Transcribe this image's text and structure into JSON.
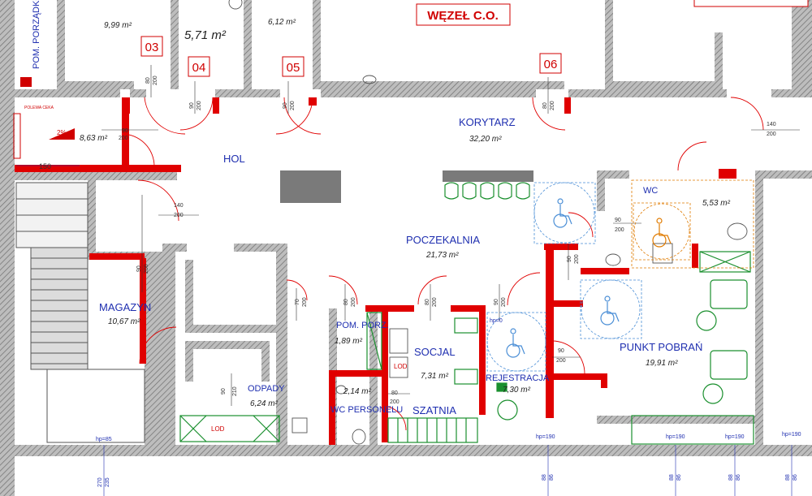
{
  "title": "WĘZEŁ C.O.",
  "title_right_fragment": "...",
  "room_numbers": [
    "03",
    "04",
    "05",
    "06"
  ],
  "rooms": {
    "pom_brudownik": "POM. PORZĄDKOWE BRUDOWNIK",
    "area_999": "9,99 m²",
    "area_571": "5,71 m²",
    "area_612": "6,12 m²",
    "area_863": "8,63 m²",
    "korytarz": "KORYTARZ",
    "korytarz_area": "32,20 m²",
    "hol": "HOL",
    "poczekalnia": "POCZEKALNIA",
    "poczekalnia_area": "21,73 m²",
    "magazyn": "MAGAZYN",
    "magazyn_area": "10,67 m²",
    "pom_porz": "POM. PORZ.",
    "pom_porz_area": "1,89 m²",
    "socjal": "SOCJAL",
    "socjal_area": "7,31 m²",
    "wc_personelu": "WC PERSONELU",
    "wc_personelu_area": "2,14 m²",
    "szatnia": "SZATNIA",
    "odpady": "ODPADY",
    "odpady_area": "6,24 m²",
    "rejestracja": "REJESTRACJA",
    "rejestracja_area": "7,30 m²",
    "punkt_pobran": "PUNKT POBRAŃ",
    "punkt_pobran_area": "19,91 m²",
    "wc": "WC",
    "wc_area": "5,53 m²"
  },
  "fixtures": {
    "lod": "LOD",
    "dim_150": "150",
    "hp_85": "hp=85",
    "hp_190": "hp=190",
    "hp_0": "hp=0",
    "sill_270": "270",
    "sill_235": "235",
    "sill_88": "88",
    "sill_86": "86",
    "slope": "2%",
    "poller": "POLEWA CEKA"
  },
  "doors": [
    {
      "w": "80",
      "h": "200"
    },
    {
      "w": "90",
      "h": "200"
    },
    {
      "w": "90",
      "h": "200"
    },
    {
      "w": "80",
      "h": "200"
    },
    {
      "w": "90",
      "h": "200"
    },
    {
      "w": "140",
      "h": "200"
    },
    {
      "w": "140",
      "h": "200"
    },
    {
      "w": "90",
      "h": "200"
    },
    {
      "w": "90",
      "h": "200"
    },
    {
      "w": "90",
      "h": "200"
    },
    {
      "w": "70",
      "h": "200"
    },
    {
      "w": "80",
      "h": "200"
    },
    {
      "w": "80",
      "h": "200"
    },
    {
      "w": "90",
      "h": "200"
    },
    {
      "w": "90",
      "h": "200"
    },
    {
      "w": "80",
      "h": "200"
    },
    {
      "w": "90",
      "h": "210"
    }
  ]
}
